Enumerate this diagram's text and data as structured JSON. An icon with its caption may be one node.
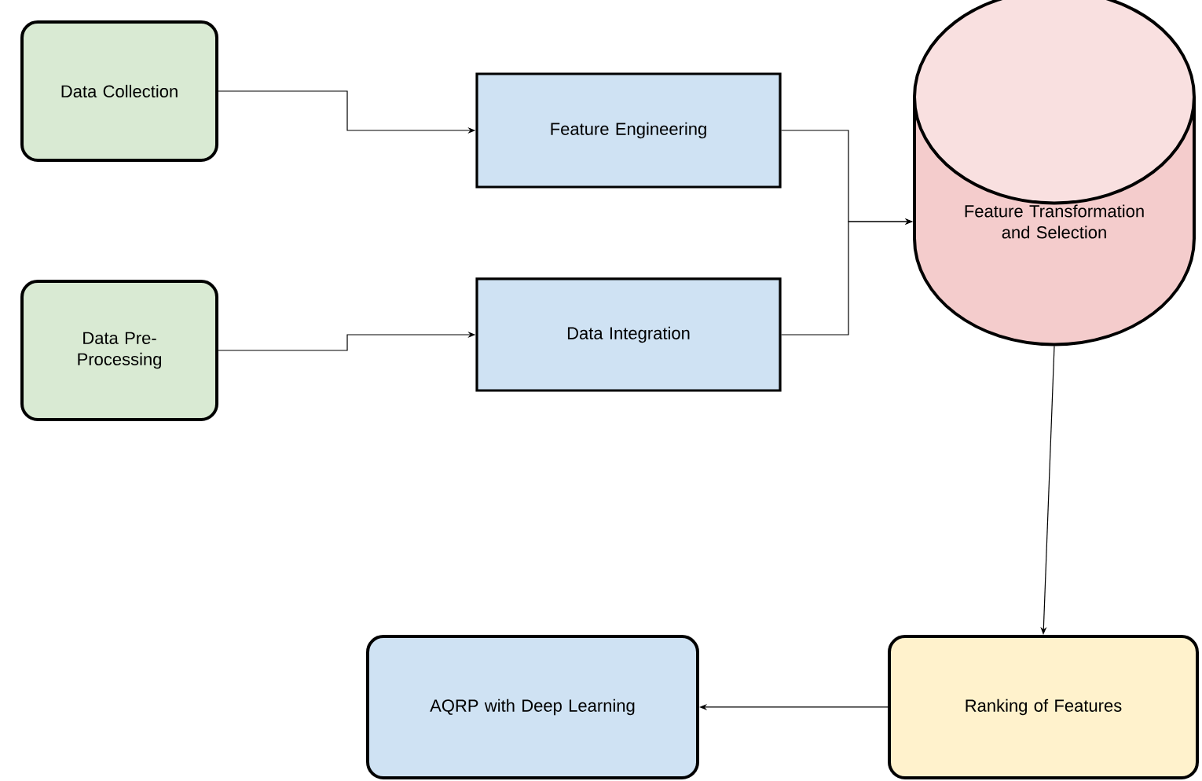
{
  "diagram": {
    "nodes": [
      {
        "text": [
          "Data Collection"
        ]
      },
      {
        "text": [
          "Data Pre-Processing"
        ]
      },
      {
        "text": [
          "Feature Engineering"
        ]
      },
      {
        "text": [
          "Data Integration"
        ]
      },
      {
        "text": [
          "Feature Transformation and Selection"
        ]
      },
      {
        "text": [
          "AQRP with Deep Learning"
        ]
      },
      {
        "text": [
          "Ranking of Features"
        ]
      }
    ],
    "edges": [
      {
        "from": 0,
        "to": 2,
        "arrow": "to"
      },
      {
        "from": 1,
        "to": 3,
        "arrow": "to"
      },
      {
        "from": 2,
        "to": 4,
        "arrow": "to"
      },
      {
        "from": 3,
        "to": 4,
        "arrow": "to"
      },
      {
        "from": 4,
        "to": 6,
        "arrow": "to"
      },
      {
        "from": 6,
        "to": 5,
        "arrow": "to"
      }
    ]
  }
}
